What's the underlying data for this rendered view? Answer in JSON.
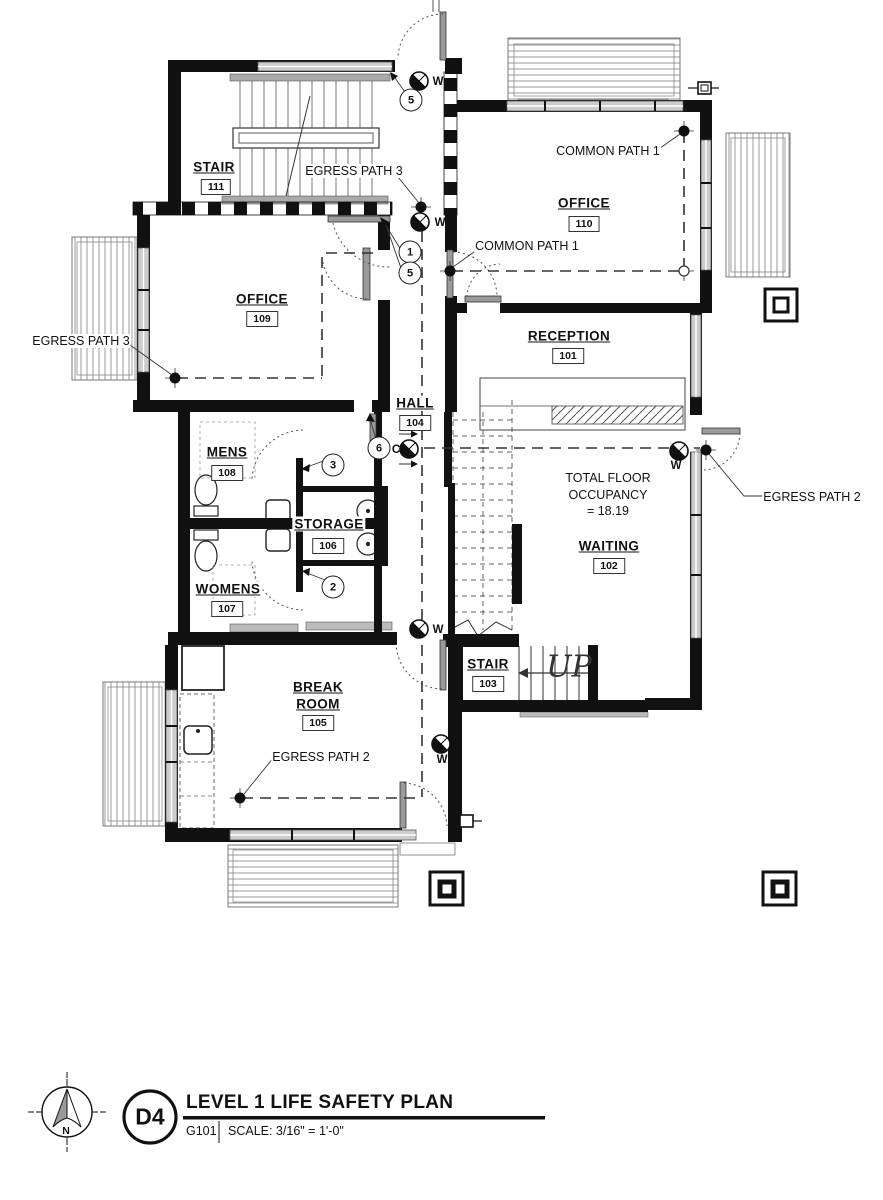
{
  "rooms": [
    {
      "label": "STAIR",
      "number": "111"
    },
    {
      "label": "OFFICE",
      "number": "110"
    },
    {
      "label": "OFFICE",
      "number": "109"
    },
    {
      "label": "RECEPTION",
      "number": "101"
    },
    {
      "label": "HALL",
      "number": "104"
    },
    {
      "label": "MENS",
      "number": "108"
    },
    {
      "label": "STORAGE",
      "number": "106"
    },
    {
      "label": "WOMENS",
      "number": "107"
    },
    {
      "label": "WAITING",
      "number": "102"
    },
    {
      "label": "STAIR",
      "number": "103"
    },
    {
      "label": "BREAK",
      "label2": "ROOM",
      "number": "105"
    }
  ],
  "annotations": {
    "egress3_stair": "EGRESS PATH 3",
    "egress3_office": "EGRESS PATH 3",
    "common1_top": "COMMON PATH 1",
    "common1_mid": "COMMON PATH 1",
    "egress2_right": "EGRESS PATH 2",
    "egress2_break": "EGRESS PATH 2",
    "occupancy_l1": "TOTAL FLOOR",
    "occupancy_l2": "OCCUPANCY",
    "occupancy_l3": "= 18.19",
    "up": "UP"
  },
  "tags": {
    "t5a": "5",
    "t1": "1",
    "t5b": "5",
    "t6": "6",
    "t3": "3",
    "t2": "2"
  },
  "signs": {
    "w1": "W",
    "w2": "W",
    "w3": "W",
    "c": "C",
    "w4": "W",
    "w5": "W"
  },
  "titleblock": {
    "detail": "D4",
    "title": "LEVEL 1 LIFE SAFETY PLAN",
    "sheet": "G101",
    "scale": "SCALE:  3/16\" = 1'-0\"",
    "north": "N"
  },
  "colors": {
    "wall": "#111111",
    "path_dash": "#333333",
    "deck_line": "#999999",
    "leaf": "#9a9a9a"
  }
}
